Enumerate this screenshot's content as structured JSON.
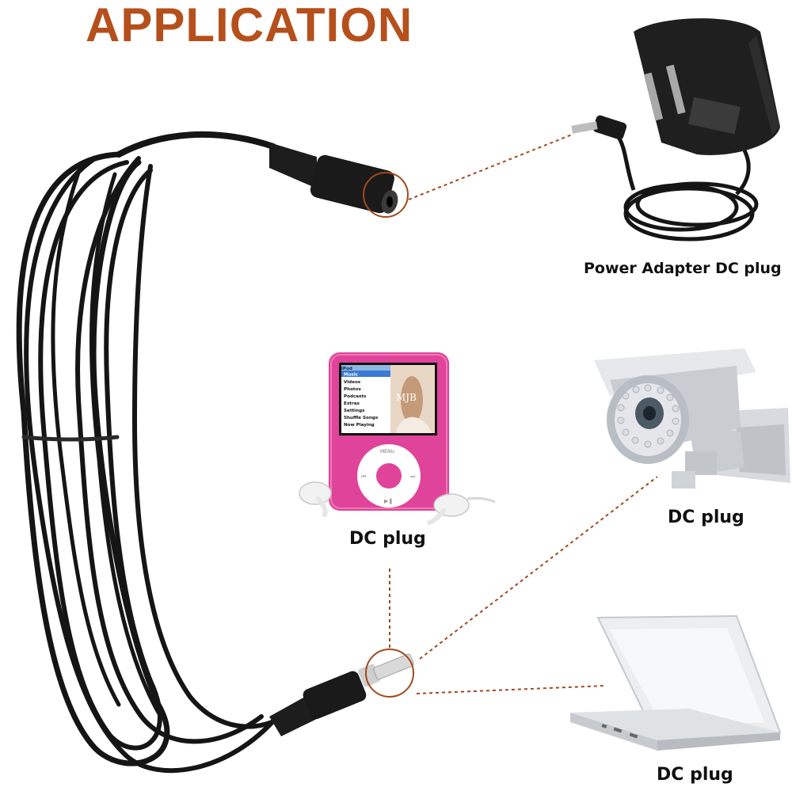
{
  "title": "APPLICATION",
  "labels": {
    "power_adapter": "Power Adapter DC plug",
    "ipod": "DC plug",
    "camera": "DC plug",
    "laptop": "DC plug"
  },
  "ipod_screen": {
    "header": "iPod",
    "menu": [
      "Music",
      "Videos",
      "Photos",
      "Podcasts",
      "Extras",
      "Settings",
      "Shuffle Songs",
      "Now Playing"
    ],
    "album_art_text": "MJB",
    "wheel_top": "MENU"
  },
  "colors": {
    "title": "#b5501c",
    "leader_line": "#a3491c",
    "cable": "#151515",
    "ipod_body": "#e0449a",
    "device_gray": "#c9cdd2"
  }
}
